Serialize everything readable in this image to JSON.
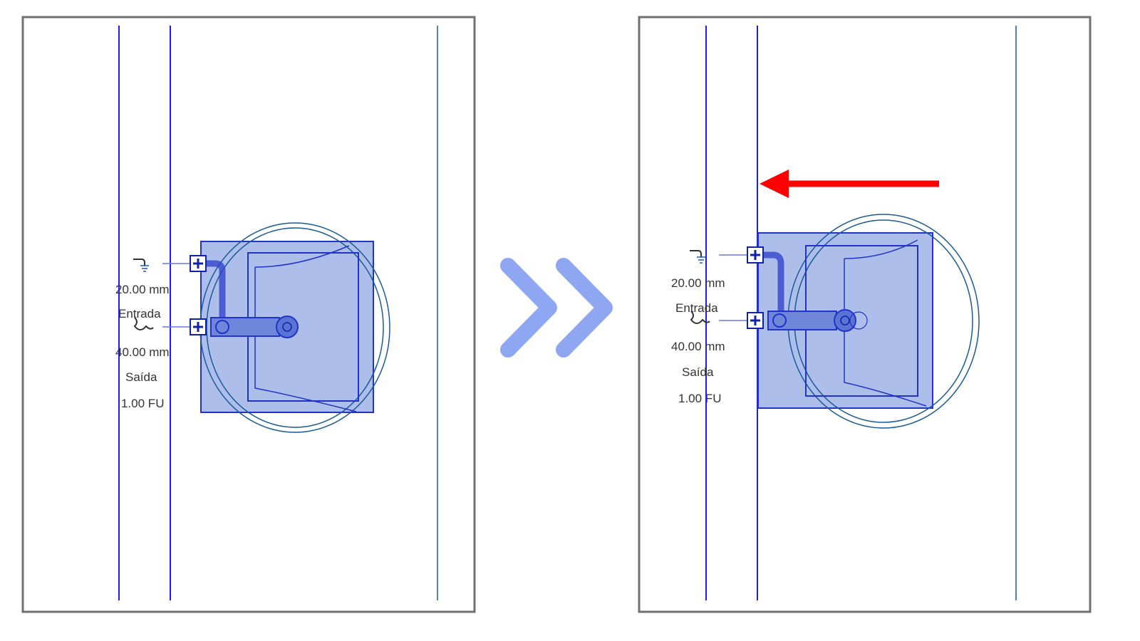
{
  "comparison": {
    "before": {
      "water_size": "20.00 mm",
      "water_label": "Entrada",
      "drain_size": "40.00 mm",
      "drain_label": "Saída",
      "fixture_units": "1.00 FU"
    },
    "transition_icon": "double-chevron-right-icon",
    "after": {
      "water_size": "20.00 mm",
      "water_label": "Entrada",
      "drain_size": "40.00 mm",
      "drain_label": "Saída",
      "fixture_units": "1.00 FU",
      "indicator_icon": "arrow-left-icon"
    }
  },
  "colors": {
    "wall_line": "#1a1aff",
    "fixture_fill": "#9fb3e6",
    "fixture_stroke": "#2233cc",
    "chevron": "#8fa6f2",
    "move_arrow": "#ff0000",
    "panel_border": "#707070"
  }
}
